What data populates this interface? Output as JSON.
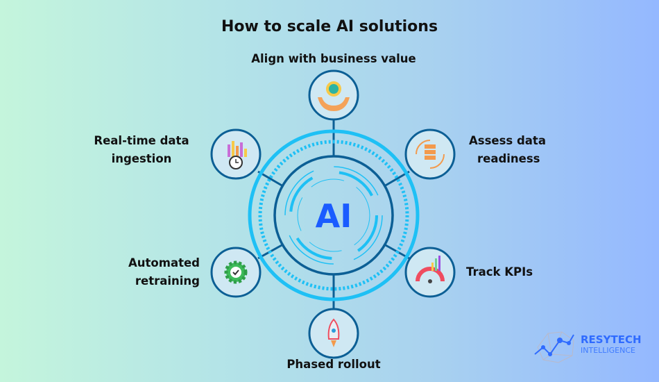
{
  "title": "How to scale AI solutions",
  "center_label": "AI",
  "steps": [
    {
      "label": "Align with business value",
      "icon": "hands-badge-icon"
    },
    {
      "label": "Assess data readiness",
      "icon": "server-cycle-icon"
    },
    {
      "label": "Track KPIs",
      "icon": "gauge-chart-icon"
    },
    {
      "label": "Phased rollout",
      "icon": "rocket-icon"
    },
    {
      "label": "Automated retraining",
      "icon": "gear-check-icon"
    },
    {
      "label": "Real-time data ingestion",
      "icon": "chart-clock-icon"
    }
  ],
  "labels": {
    "s0": "Align with business value",
    "s1a": "Assess data",
    "s1b": "readiness",
    "s2": "Track KPIs",
    "s3": "Phased rollout",
    "s4a": "Automated",
    "s4b": "retraining",
    "s5a": "Real-time data",
    "s5b": "ingestion"
  },
  "logo": {
    "name": "RESYTECH",
    "sub": "INTELLIGENCE"
  },
  "colors": {
    "ring": "#1ec0f5",
    "dark": "#0c5f95",
    "ai": "#1a5cff"
  }
}
